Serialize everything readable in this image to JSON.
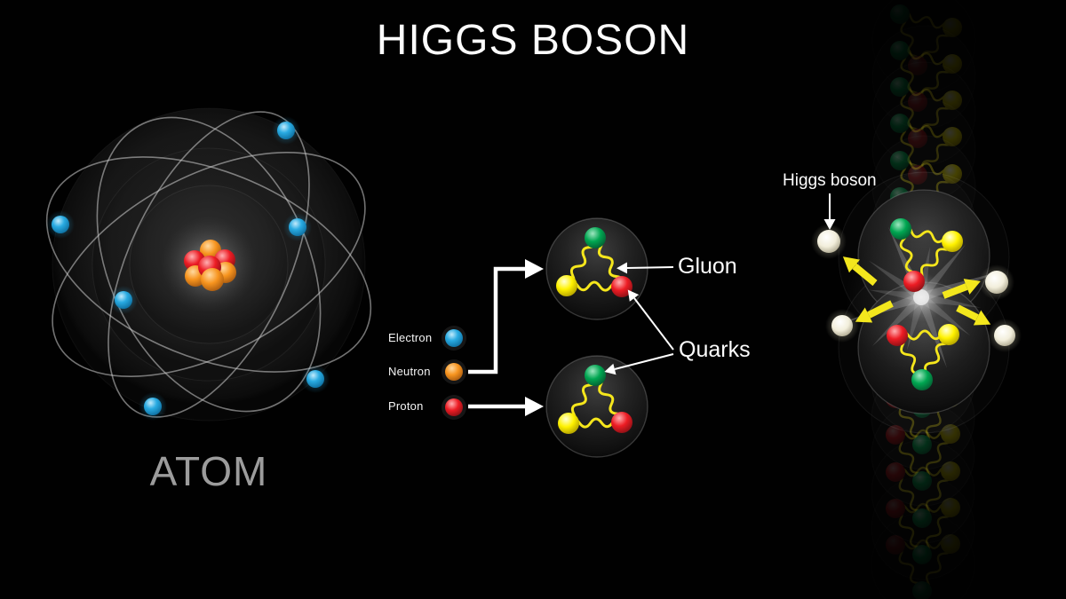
{
  "title": "HIGGS BOSON",
  "atom_panel": {
    "label": "ATOM",
    "electron_color": "#29abe2",
    "proton_color": "#ed1c24",
    "neutron_color": "#f7941e",
    "electron_count": 6
  },
  "legend": {
    "items": [
      {
        "id": "electron",
        "label": "Electron",
        "color": "#29abe2"
      },
      {
        "id": "neutron",
        "label": "Neutron",
        "color": "#f7941e"
      },
      {
        "id": "proton",
        "label": "Proton",
        "color": "#ed1c24"
      }
    ]
  },
  "nucleon_panel": {
    "gluon_label": "Gluon",
    "quarks_label": "Quarks",
    "gluon_color": "#f5e61c",
    "quark_colors": {
      "green": "#00a651",
      "yellow": "#fff200",
      "red": "#ed1c24"
    }
  },
  "higgs_panel": {
    "label": "Higgs boson",
    "boson_color": "#f2eedb",
    "emission_arrow_color": "#f3e71d",
    "burst_color": "#cccccc"
  },
  "background_color": "#000000"
}
